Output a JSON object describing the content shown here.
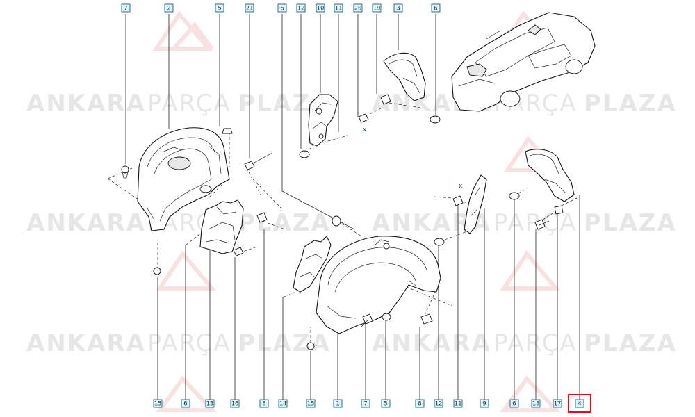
{
  "watermark": {
    "brand_a": "ANKARA",
    "brand_b": "PARÇA",
    "brand_c": "PLAZA",
    "logo": "ap-logo"
  },
  "colors": {
    "callout_fill": "#dff3fa",
    "callout_stroke": "#2e6f86",
    "highlight": "#d9141b",
    "watermark": "#e6e6e6"
  },
  "callouts_top": [
    "7",
    "2",
    "5",
    "21",
    "6",
    "12",
    "10",
    "11",
    "20",
    "19",
    "3",
    "6"
  ],
  "callouts_bottom": [
    "15",
    "6",
    "13",
    "16",
    "8",
    "14",
    "15",
    "1",
    "7",
    "5",
    "8",
    "12",
    "11",
    "9",
    "6",
    "18",
    "17",
    "4"
  ],
  "highlighted_callout": "4",
  "axis_marks": {
    "x1": "x",
    "x2": "x"
  }
}
